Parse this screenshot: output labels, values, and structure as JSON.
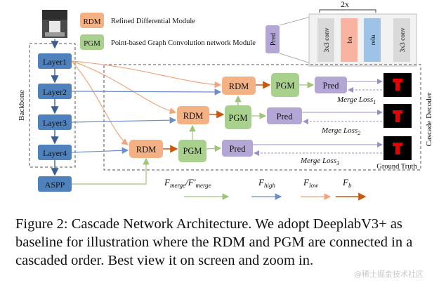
{
  "legend": {
    "rdm_tag": "RDM",
    "rdm_text": "Refined Differential Module",
    "pgm_tag": "PGM",
    "pgm_text": "Point-based Graph Convolution network Module"
  },
  "backbone": {
    "title": "Backbone",
    "layers": [
      "Layer1",
      "Layer2",
      "Layer3",
      "Layer4"
    ],
    "aspp": "ASPP"
  },
  "decoder": {
    "title": "Cascade Decoder",
    "rdm": "RDM",
    "pgm": "PGM",
    "pred": "Pred",
    "losses": [
      "Merge Loss",
      "Merge Loss",
      "Merge Loss"
    ],
    "loss_subs": [
      "1",
      "2",
      "3"
    ],
    "ground_truth": "Ground Truth"
  },
  "pred_detail": {
    "label": "Pred",
    "repeat": "2x",
    "ops": [
      "3x3 conv",
      "bn",
      "relu",
      "3x3 conv"
    ]
  },
  "flow_legend": {
    "merge_a": "F",
    "merge_a_sub": "merge",
    "sep": "/",
    "merge_b": "F'",
    "merge_b_sub": "merge",
    "high": "F",
    "high_sub": "high",
    "low": "F",
    "low_sub": "low",
    "b": "F",
    "b_sub": "b"
  },
  "colors": {
    "blue": "#4f81bd",
    "orange": "#f4b183",
    "green": "#a9d18e",
    "purple": "#b4a7d6",
    "gray": "#d9d9d9",
    "pink": "#f8b4a0",
    "cyan": "#9dc3e6",
    "arrow_green": "#9fc47a",
    "arrow_blue": "#6f8fc9",
    "arrow_orange": "#f0a57a",
    "arrow_dark_orange": "#c55a11",
    "arrow_purple": "#9b8fc4"
  },
  "caption": {
    "fig": "Figure 2:",
    "text": " Cascade Network Architecture. We adopt DeeplabV3+ as baseline for illustration where the RDM and PGM are connected in a cascaded order. Best view it on screen and zoom in."
  },
  "watermark": "@稀土掘金技术社区"
}
